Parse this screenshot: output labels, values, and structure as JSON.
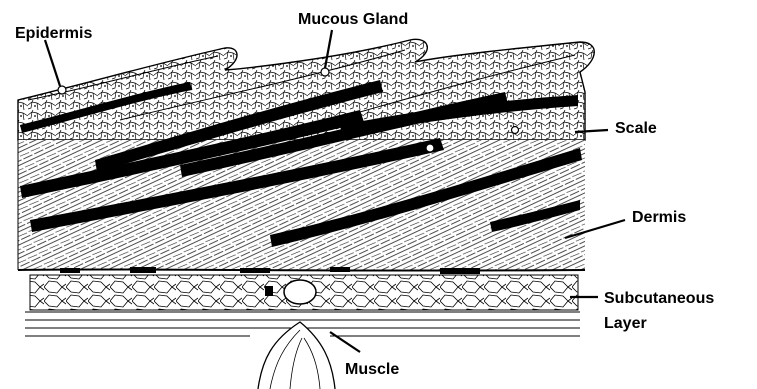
{
  "diagram": {
    "labels": {
      "epidermis": "Epidermis",
      "mucous_gland": "Mucous Gland",
      "scale": "Scale",
      "dermis": "Dermis",
      "subcutaneous_line1": "Subcutaneous",
      "subcutaneous_line2": "Layer",
      "muscle": "Muscle"
    },
    "colors": {
      "ink": "#000000",
      "paper": "#ffffff"
    }
  }
}
